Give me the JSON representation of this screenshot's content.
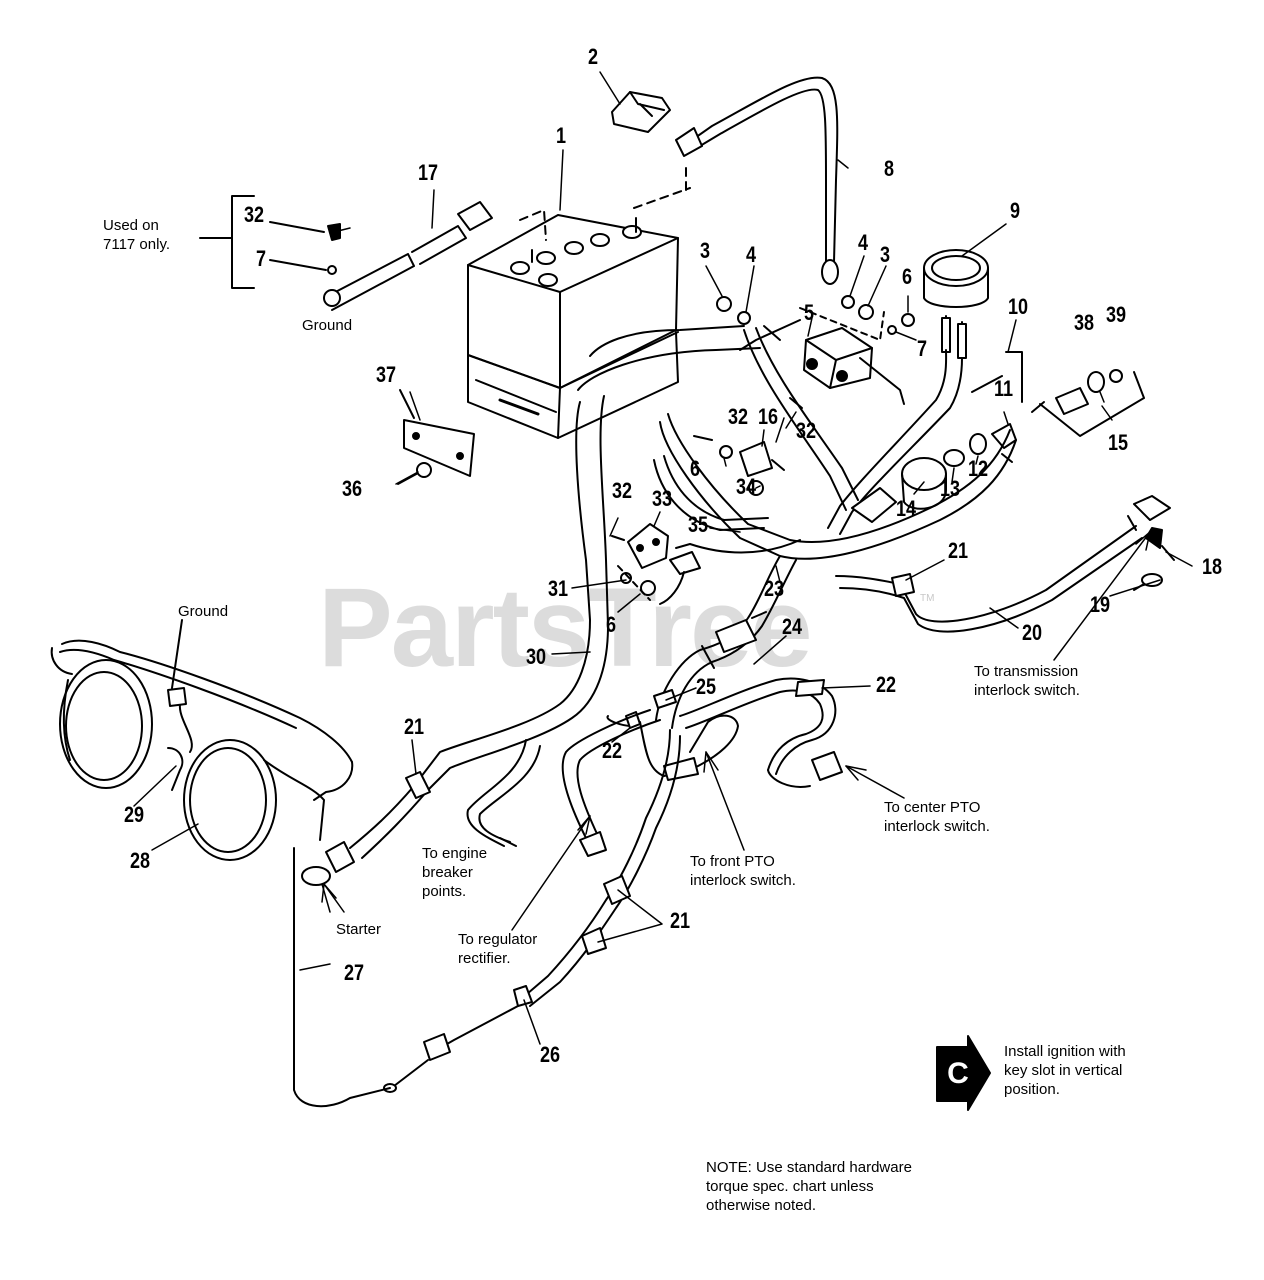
{
  "watermark": {
    "text": "PartsTree",
    "mark": "TM"
  },
  "callouts": {
    "c1": "1",
    "c2": "2",
    "c3a": "3",
    "c3b": "3",
    "c4a": "4",
    "c4b": "4",
    "c5": "5",
    "c6a": "6",
    "c6b": "6",
    "c6c": "6",
    "c7a": "7",
    "c7b": "7",
    "c8": "8",
    "c9": "9",
    "c10": "10",
    "c11": "11",
    "c12": "12",
    "c13": "13",
    "c14": "14",
    "c15": "15",
    "c16": "16",
    "c17": "17",
    "c18": "18",
    "c19": "19",
    "c20": "20",
    "c21a": "21",
    "c21b": "21",
    "c21c": "21",
    "c22a": "22",
    "c22b": "22",
    "c23": "23",
    "c24": "24",
    "c25": "25",
    "c26": "26",
    "c27": "27",
    "c28": "28",
    "c29": "29",
    "c30": "30",
    "c31": "31",
    "c32a": "32",
    "c32b": "32",
    "c32c": "32",
    "c32d": "32",
    "c33": "33",
    "c34": "34",
    "c35": "35",
    "c36": "36",
    "c37": "37",
    "c38": "38",
    "c39": "39"
  },
  "labels": {
    "used_on": "Used on\n7117 only.",
    "ground_battery": "Ground",
    "ground_lights": "Ground",
    "starter": "Starter",
    "engine_breaker": "To engine\nbreaker\npoints.",
    "regulator": "To regulator\nrectifier.",
    "front_pto": "To front PTO\ninterlock switch.",
    "center_pto": "To center PTO\ninterlock switch.",
    "transmission": "To transmission\ninterlock switch.",
    "install_note": "Install ignition with\nkey slot in vertical\nposition.",
    "install_badge": "C",
    "note": "NOTE: Use standard hardware\ntorque spec. chart unless\notherwise noted."
  }
}
